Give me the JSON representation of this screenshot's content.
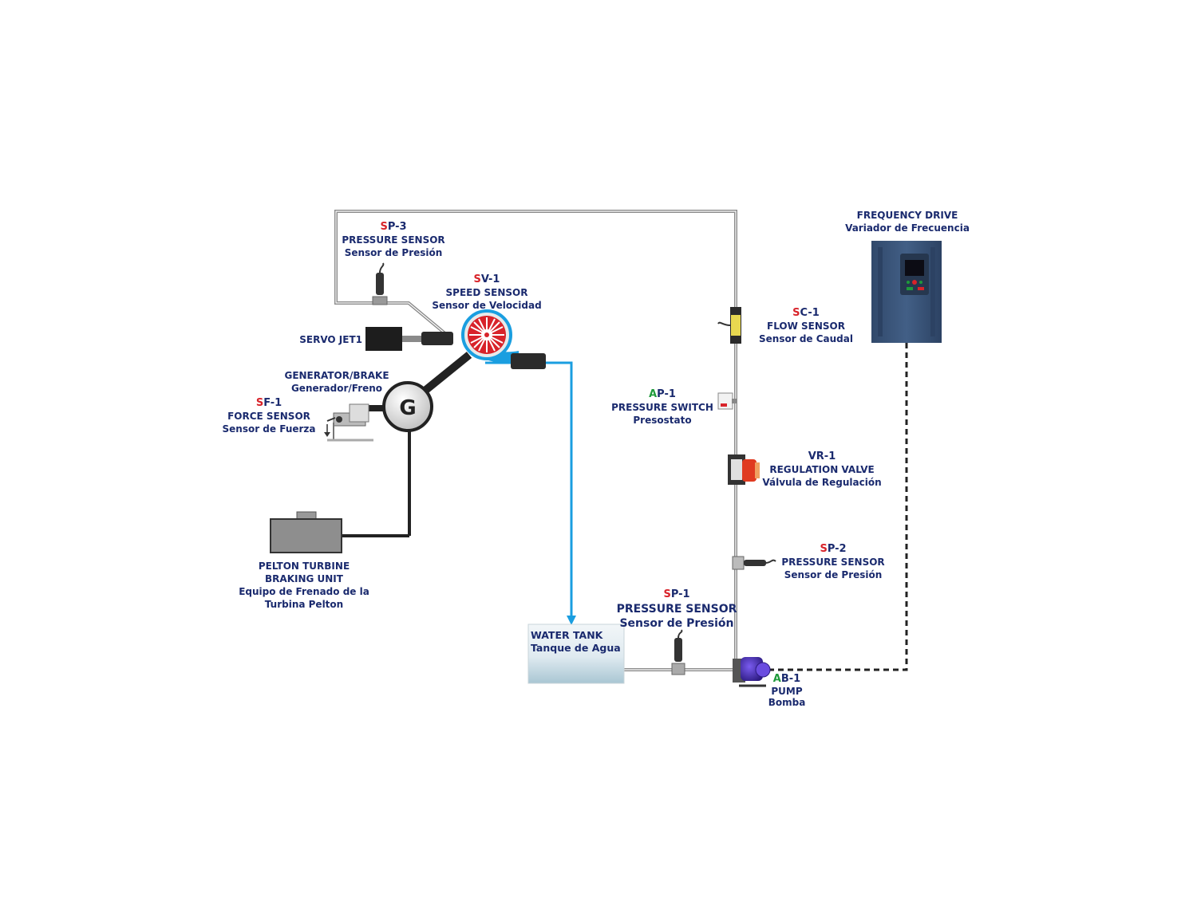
{
  "colors": {
    "label": "#1a2a6e",
    "prefix_s": "#d8232a",
    "prefix_a": "#1e9a3a",
    "pipe_grey": "#8a8a8a",
    "pipe_black": "#222222",
    "water_blue": "#1a9ee0",
    "drive_body": "#3c5a80",
    "pump_body": "#4a2fb0",
    "valve_red": "#e03a20"
  },
  "components": {
    "sp3": {
      "prefix": "S",
      "code": "P-3",
      "name_en": "PRESSURE SENSOR",
      "name_es": "Sensor de Presión"
    },
    "sv1": {
      "prefix": "S",
      "code": "V-1",
      "name_en": "SPEED SENSOR",
      "name_es": "Sensor de Velocidad"
    },
    "servo": {
      "name_en": "SERVO JET1"
    },
    "generator": {
      "name_en": "GENERATOR/BRAKE",
      "name_es": "Generador/Freno",
      "symbol": "G"
    },
    "sf1": {
      "prefix": "S",
      "code": "F-1",
      "name_en": "FORCE SENSOR",
      "name_es": "Sensor de Fuerza"
    },
    "braking": {
      "line1": "PELTON TURBINE",
      "line2": "BRAKING UNIT",
      "line3": "Equipo de Frenado de la",
      "line4": "Turbina Pelton"
    },
    "tank": {
      "name_en": "WATER TANK",
      "name_es": "Tanque de Agua"
    },
    "sp1": {
      "prefix": "S",
      "code": "P-1",
      "name_en": "PRESSURE SENSOR",
      "name_es": "Sensor de Presión"
    },
    "ab1": {
      "prefix": "A",
      "code": "B-1",
      "name_en": "PUMP",
      "name_es": "Bomba"
    },
    "sp2": {
      "prefix": "S",
      "code": "P-2",
      "name_en": "PRESSURE SENSOR",
      "name_es": "Sensor de Presión"
    },
    "vr1": {
      "code": "VR-1",
      "name_en": "REGULATION VALVE",
      "name_es": "Válvula de Regulación"
    },
    "ap1": {
      "prefix": "A",
      "code": "P-1",
      "name_en": "PRESSURE SWITCH",
      "name_es": "Presostato"
    },
    "sc1": {
      "prefix": "S",
      "code": "C-1",
      "name_en": "FLOW SENSOR",
      "name_es": "Sensor de Caudal"
    },
    "drive": {
      "name_en": "FREQUENCY DRIVE",
      "name_es": "Variador de Frecuencia"
    }
  }
}
